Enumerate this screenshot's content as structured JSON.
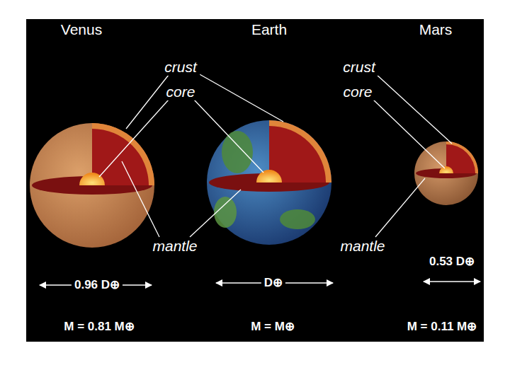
{
  "diagram": {
    "nodes": [
      {
        "text": [
          "Venus"
        ]
      },
      {
        "text": [
          "Earth"
        ]
      },
      {
        "text": [
          "Mars"
        ]
      }
    ],
    "labels": [
      "crust",
      "core",
      "crust",
      "core",
      "mantle",
      "mantle",
      "0.96 D⊕",
      "D⊕",
      "0.53 D⊕",
      "M = 0.81 M⊕",
      "M = M⊕",
      "M = 0.11 M⊕"
    ]
  }
}
